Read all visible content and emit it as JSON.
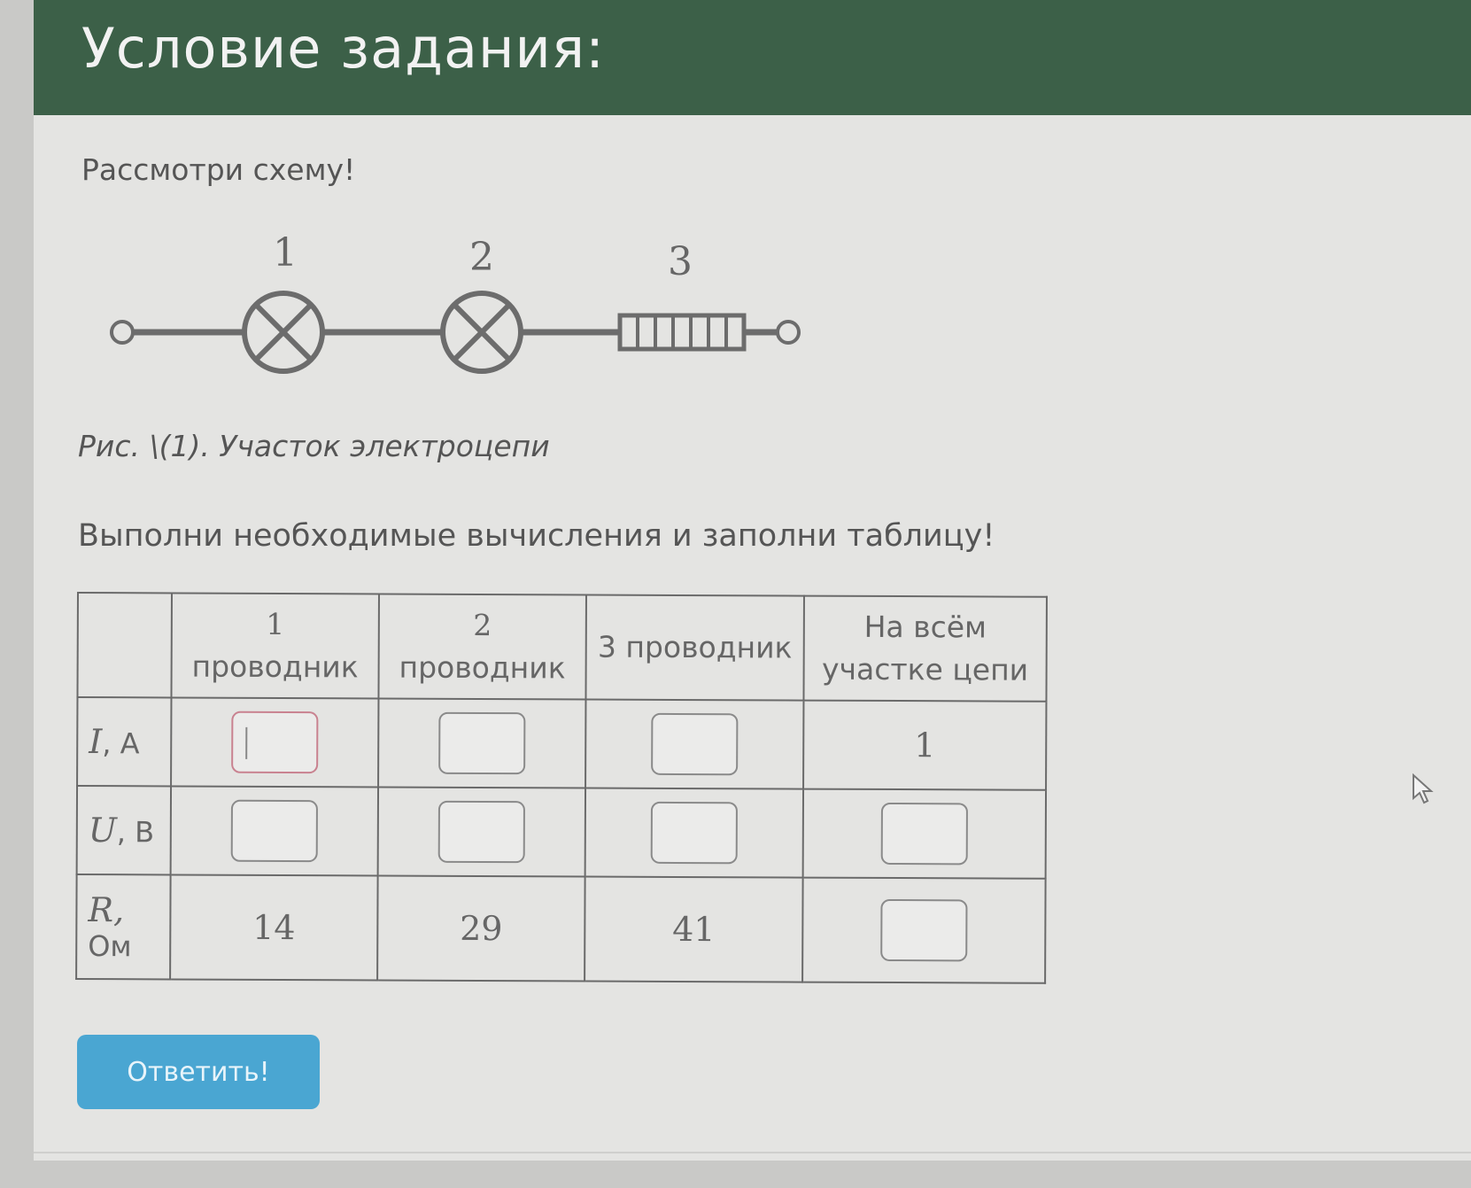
{
  "header": {
    "title": "Условие задания:"
  },
  "intro_text": "Рассмотри схему!",
  "circuit": {
    "labels": [
      "1",
      "2",
      "3"
    ]
  },
  "caption": "Рис. \\(1). Участок электроцепи",
  "task_text": "Выполни необходимые вычисления и заполни таблицу!",
  "table": {
    "headers": {
      "c1_num": "1",
      "c1_word": "проводник",
      "c2_num": "2",
      "c2_word": "проводник",
      "c3": "3 проводник",
      "total_line1": "На всём",
      "total_line2": "участке цепи"
    },
    "rows": {
      "current": {
        "symbol": "I",
        "unit": ", А",
        "total": "1"
      },
      "voltage": {
        "symbol": "U",
        "unit": ", В"
      },
      "resistance": {
        "symbol": "R,",
        "unit": "Ом",
        "c1": "14",
        "c2": "29",
        "c3": "41"
      }
    }
  },
  "submit_button": "Ответить!"
}
